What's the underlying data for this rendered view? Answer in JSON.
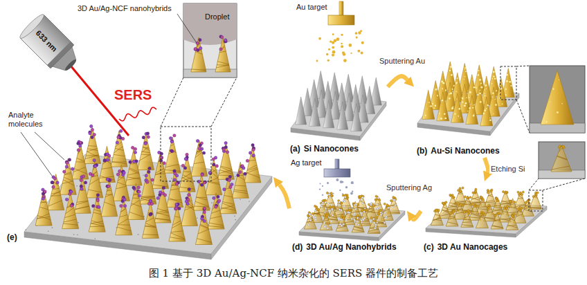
{
  "diagram": {
    "caption": "图 1 基于 3D Au/Ag-NCF 纳米杂化的 SERS 器件的制备工艺",
    "nodes": [
      {
        "text": [
          "(a)",
          "Si Nanocones"
        ]
      },
      {
        "text": [
          "(b)",
          "Au-Si Nanocones"
        ]
      },
      {
        "text": [
          "(c)",
          "3D Au Nanocages"
        ]
      },
      {
        "text": [
          "(d)",
          "3D Au/Ag Nanohybrids"
        ]
      },
      {
        "text": [
          "(e)"
        ]
      }
    ],
    "edges": [
      {
        "from": 0,
        "to": 1,
        "label": "Sputtering Au",
        "arrow": "to"
      },
      {
        "from": 1,
        "to": 2,
        "label": "Etching Si",
        "arrow": "to"
      },
      {
        "from": 2,
        "to": 3,
        "label": "Sputtering Ag",
        "arrow": "to"
      },
      {
        "from": 3,
        "to": 4,
        "arrow": "to"
      }
    ],
    "labels": [
      "Au target",
      "Ag target",
      "3D Au/Ag-NCF nanohybrids",
      "Droplet",
      "SERS",
      "633 nm",
      "Analyte molecules"
    ]
  }
}
